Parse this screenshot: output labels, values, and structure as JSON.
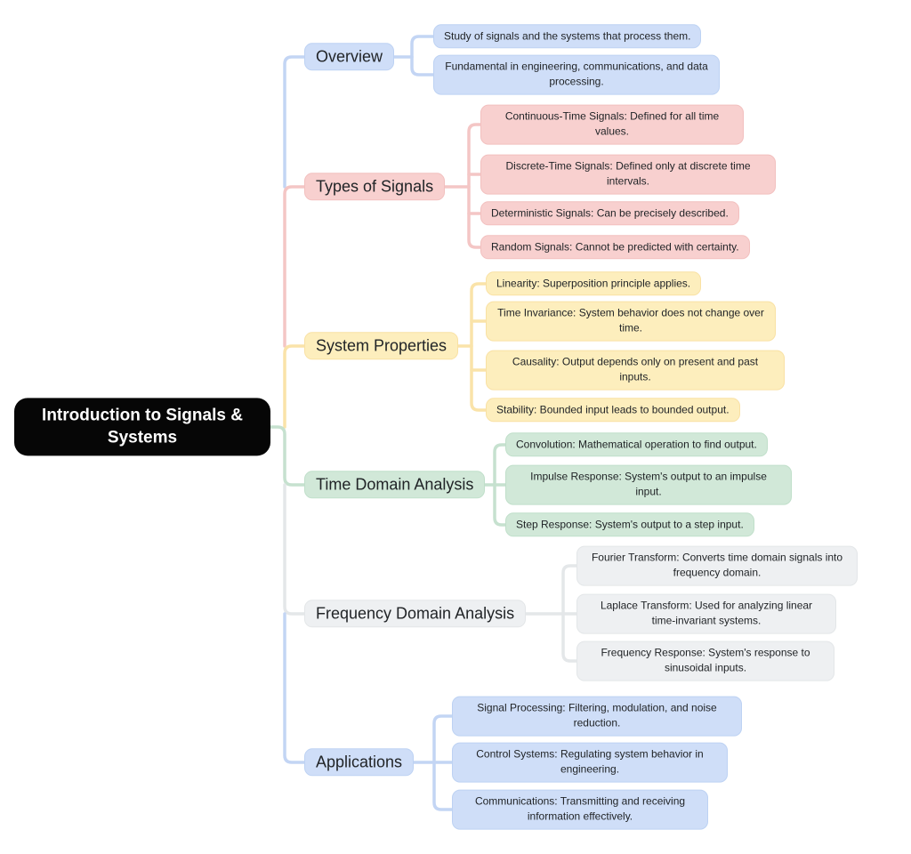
{
  "root": {
    "label": "Introduction to Signals & Systems"
  },
  "palette": {
    "root_bg": "#060606",
    "root_text": "#ffffff",
    "blue": "#cfdef8",
    "pink": "#f8d0cf",
    "yellow": "#fdeebd",
    "green": "#d1e8d8",
    "gray": "#eef0f2",
    "text": "#212427"
  },
  "branches": [
    {
      "label": "Overview",
      "color": "blue",
      "leaves": [
        "Study of signals and the systems that process them.",
        "Fundamental in engineering, communications, and data processing."
      ]
    },
    {
      "label": "Types of Signals",
      "color": "pink",
      "leaves": [
        "Continuous-Time Signals: Defined for all time values.",
        "Discrete-Time Signals: Defined only at discrete time intervals.",
        "Deterministic Signals: Can be precisely described.",
        "Random Signals: Cannot be predicted with certainty."
      ]
    },
    {
      "label": "System Properties",
      "color": "yellow",
      "leaves": [
        "Linearity: Superposition principle applies.",
        "Time Invariance: System behavior does not change over time.",
        "Causality: Output depends only on present and past inputs.",
        "Stability: Bounded input leads to bounded output."
      ]
    },
    {
      "label": "Time Domain Analysis",
      "color": "green",
      "leaves": [
        "Convolution: Mathematical operation to find output.",
        "Impulse Response: System's output to an impulse input.",
        "Step Response: System's output to a step input."
      ]
    },
    {
      "label": "Frequency Domain Analysis",
      "color": "gray",
      "leaves": [
        "Fourier Transform: Converts time domain signals into frequency domain.",
        "Laplace Transform: Used for analyzing linear time-invariant systems.",
        "Frequency Response: System's response to sinusoidal inputs."
      ]
    },
    {
      "label": "Applications",
      "color": "blue",
      "leaves": [
        "Signal Processing: Filtering, modulation, and noise reduction.",
        "Control Systems: Regulating system behavior in engineering.",
        "Communications: Transmitting and receiving information effectively."
      ]
    }
  ]
}
